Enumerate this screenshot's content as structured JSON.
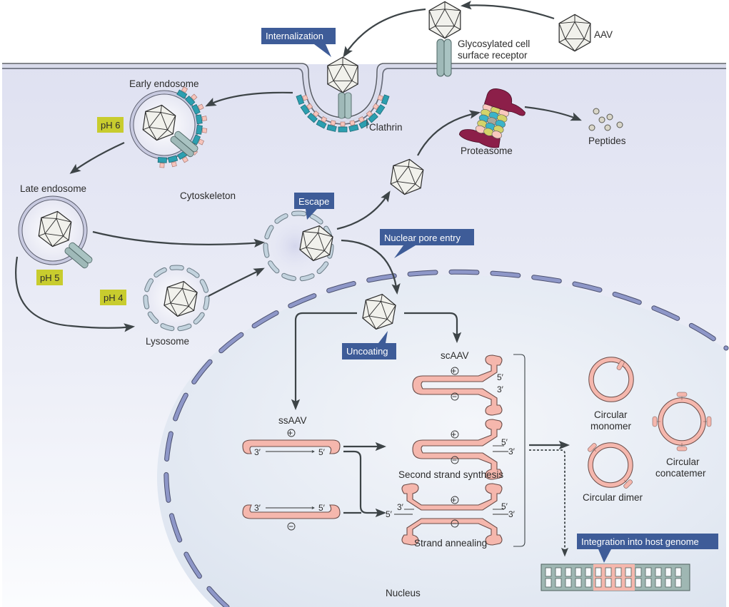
{
  "title": "AAV intracellular trafficking and genome processing",
  "colors": {
    "callout_bg": "#3e5c98",
    "ph_bg": "#c8cc2e",
    "cytoplasm_top": "#dfe1f1",
    "nucleus_fill": "#e4e9f3",
    "nuclear_envelope": "#8e97c8",
    "dna": "#f5b7ad",
    "receptor": "#9fb9b8",
    "clathrin": "#2c9fb0",
    "host_dna": "#9fb7b3",
    "arrow": "#3d4447"
  },
  "labels": {
    "aav": "AAV",
    "receptor": [
      "Glycosylated cell",
      "surface receptor"
    ],
    "clathrin": "Clathrin",
    "early_endosome": "Early endosome",
    "late_endosome": "Late endosome",
    "cytoskeleton": "Cytoskeleton",
    "lysosome": "Lysosome",
    "proteasome": "Proteasome",
    "peptides": "Peptides",
    "nucleus": "Nucleus",
    "ssaav": "ssAAV",
    "scaav": "scAAV",
    "second_strand": "Second strand synthesis",
    "strand_annealing": "Strand annealing",
    "circular_monomer": [
      "Circular",
      "monomer"
    ],
    "circular_dimer": "Circular dimer",
    "circular_concatemer": [
      "Circular",
      "concatemer"
    ],
    "end_5": "5′",
    "end_3": "3′",
    "plus": "+",
    "minus": "−"
  },
  "callouts": {
    "internalization": "Internalization",
    "escape": "Escape",
    "nuclear_pore_entry": "Nuclear pore entry",
    "uncoating": "Uncoating",
    "integration": "Integration into host genome"
  },
  "ph": {
    "early": "pH 6",
    "late": "pH 5",
    "lysosome": "pH 4"
  },
  "icons": {
    "capsid": "icosahedron-capsid-icon",
    "receptor": "receptor-icon",
    "proteasome": "proteasome-icon"
  }
}
